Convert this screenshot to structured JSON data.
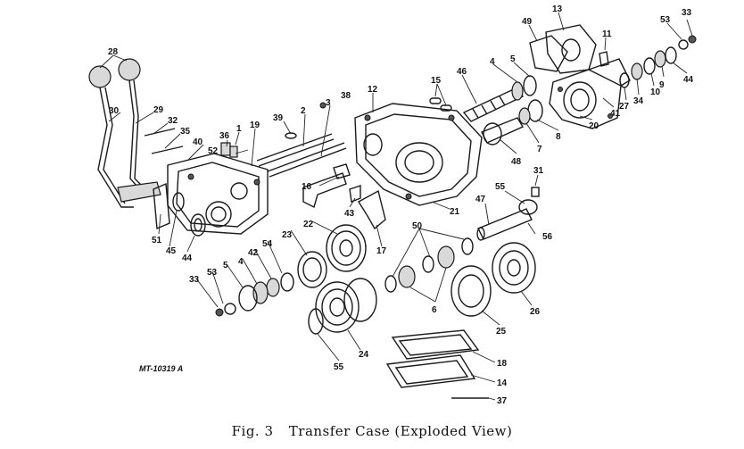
{
  "figure": {
    "number_label": "Fig. 3",
    "title": "Transfer Case (Exploded View)",
    "reference_code": "MT-10319 A"
  },
  "callouts": [
    "28",
    "30",
    "29",
    "32",
    "35",
    "40",
    "36",
    "1",
    "52",
    "19",
    "39",
    "2",
    "3",
    "38",
    "12",
    "15",
    "46",
    "4",
    "5",
    "49",
    "13",
    "11",
    "53",
    "33",
    "9",
    "44",
    "10",
    "34",
    "27",
    "41",
    "20",
    "8",
    "7",
    "48",
    "16",
    "43",
    "21",
    "51",
    "45",
    "44",
    "22",
    "23",
    "54",
    "42",
    "4",
    "5",
    "53",
    "33",
    "17",
    "47",
    "55",
    "31",
    "56",
    "50",
    "6",
    "25",
    "26",
    "24",
    "55",
    "18",
    "14",
    "37"
  ]
}
